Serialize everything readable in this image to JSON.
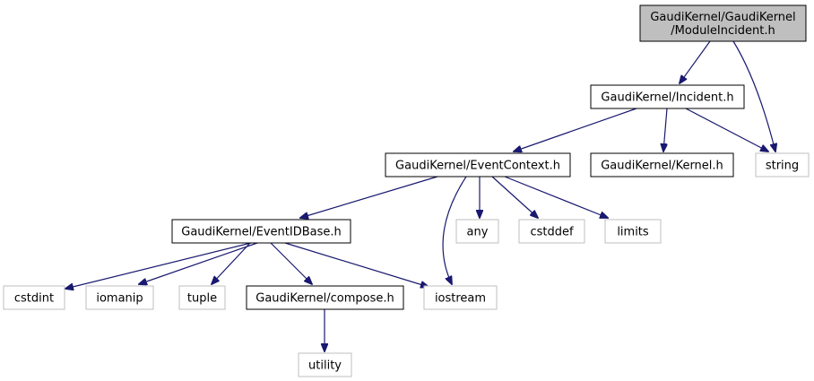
{
  "colors": {
    "edge": "#191970",
    "root_fill": "#bfbfbf",
    "root_border": "#000000",
    "header_fill": "#ffffff",
    "header_border": "#000000",
    "system_fill": "#ffffff",
    "system_border": "#bfbfbf"
  },
  "nodes": [
    {
      "id": "moduleincident",
      "kind": "root",
      "lines": [
        "GaudiKernel/GaudiKernel",
        "/ModuleIncident.h"
      ]
    },
    {
      "id": "incident",
      "kind": "header",
      "lines": [
        "GaudiKernel/Incident.h"
      ]
    },
    {
      "id": "string",
      "kind": "system",
      "lines": [
        "string"
      ]
    },
    {
      "id": "eventcontext",
      "kind": "header",
      "lines": [
        "GaudiKernel/EventContext.h"
      ]
    },
    {
      "id": "kernel",
      "kind": "header",
      "lines": [
        "GaudiKernel/Kernel.h"
      ]
    },
    {
      "id": "eventidbase",
      "kind": "header",
      "lines": [
        "GaudiKernel/EventIDBase.h"
      ]
    },
    {
      "id": "any",
      "kind": "system",
      "lines": [
        "any"
      ]
    },
    {
      "id": "cstddef",
      "kind": "system",
      "lines": [
        "cstddef"
      ]
    },
    {
      "id": "limits",
      "kind": "system",
      "lines": [
        "limits"
      ]
    },
    {
      "id": "cstdint",
      "kind": "system",
      "lines": [
        "cstdint"
      ]
    },
    {
      "id": "iomanip",
      "kind": "system",
      "lines": [
        "iomanip"
      ]
    },
    {
      "id": "tuple",
      "kind": "system",
      "lines": [
        "tuple"
      ]
    },
    {
      "id": "compose",
      "kind": "header",
      "lines": [
        "GaudiKernel/compose.h"
      ]
    },
    {
      "id": "iostream",
      "kind": "system",
      "lines": [
        "iostream"
      ]
    },
    {
      "id": "utility",
      "kind": "system",
      "lines": [
        "utility"
      ]
    }
  ],
  "edges": [
    {
      "from": "moduleincident",
      "to": "incident"
    },
    {
      "from": "moduleincident",
      "to": "string"
    },
    {
      "from": "incident",
      "to": "eventcontext"
    },
    {
      "from": "incident",
      "to": "kernel"
    },
    {
      "from": "incident",
      "to": "string"
    },
    {
      "from": "eventcontext",
      "to": "eventidbase"
    },
    {
      "from": "eventcontext",
      "to": "iostream"
    },
    {
      "from": "eventcontext",
      "to": "any"
    },
    {
      "from": "eventcontext",
      "to": "cstddef"
    },
    {
      "from": "eventcontext",
      "to": "limits"
    },
    {
      "from": "eventidbase",
      "to": "cstdint"
    },
    {
      "from": "eventidbase",
      "to": "iomanip"
    },
    {
      "from": "eventidbase",
      "to": "tuple"
    },
    {
      "from": "eventidbase",
      "to": "compose"
    },
    {
      "from": "eventidbase",
      "to": "iostream"
    },
    {
      "from": "compose",
      "to": "utility"
    }
  ]
}
